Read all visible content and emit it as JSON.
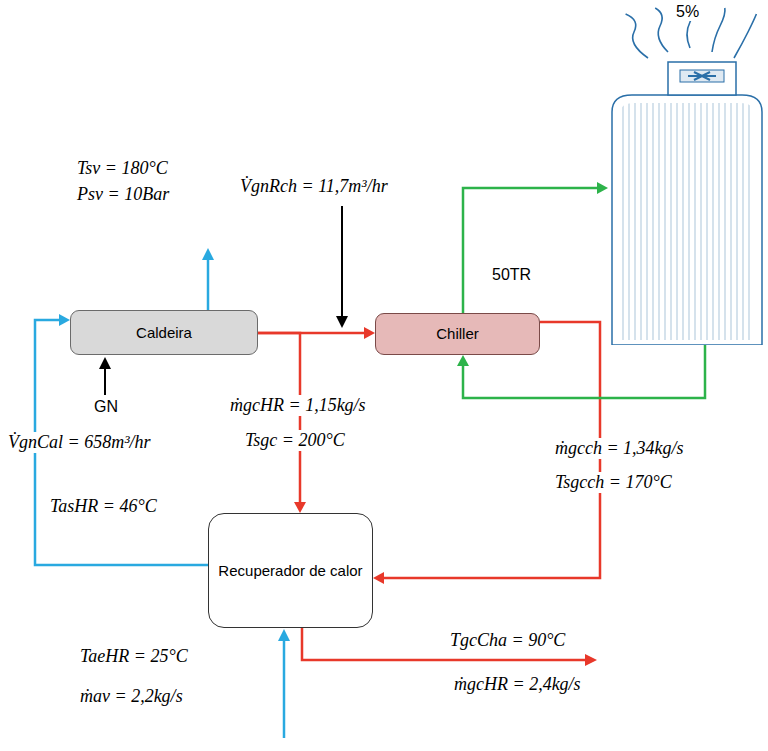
{
  "diagram": {
    "nodes": [
      {
        "text": [
          "Caldeira"
        ]
      },
      {
        "text": [
          "Chiller"
        ]
      },
      {
        "text": [
          "5%"
        ]
      },
      {
        "text": [
          "Recuperador de calor"
        ]
      }
    ],
    "edges": [
      {
        "from": 0,
        "to": 1,
        "arrow": "to"
      },
      {
        "from": 0,
        "to": 3,
        "arrow": "to"
      },
      {
        "from": 1,
        "to": 3,
        "arrow": "to"
      },
      {
        "from": 3,
        "to": 0,
        "arrow": "to"
      },
      {
        "from": 1,
        "to": 2,
        "arrow": "to"
      },
      {
        "from": 2,
        "to": 1,
        "arrow": "to"
      }
    ],
    "labels": [
      "Tsv = 180°C",
      "Psv = 10Bar",
      "V̇gnRch = 11,7m³/hr",
      "50TR",
      "GN",
      "V̇gnCal = 658m³/hr",
      "ṁgcHR = 1,15kg/s",
      "Tsgc = 200°C",
      "ṁgcch = 1,34kg/s",
      "Tsgcch = 170°C",
      "TasHR = 46°C",
      "TaeHR = 25°C",
      "ṁav = 2,2kg/s",
      "TgcCha = 90°C",
      "ṁgcHR = 2,4kg/s"
    ]
  }
}
